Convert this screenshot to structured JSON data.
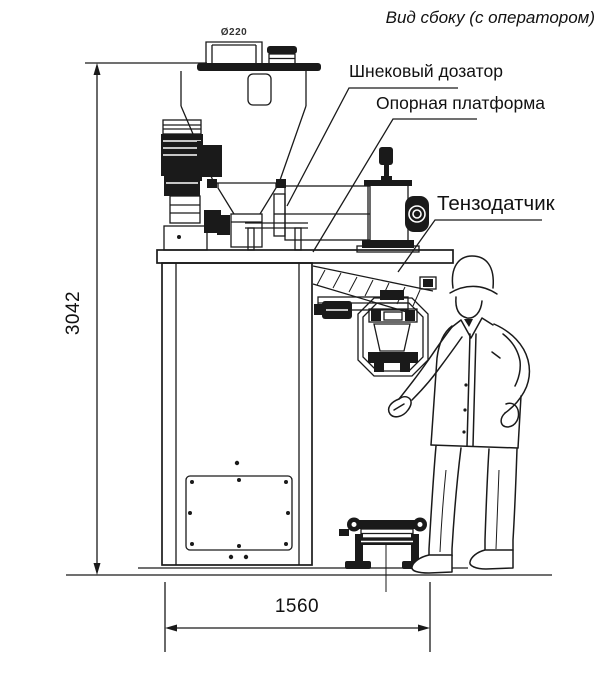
{
  "title": "Вид сбоку (с оператором)",
  "callouts": {
    "screw_feeder": "Шнековый дозатор",
    "support_platform": "Опорная платформа",
    "load_cell": "Тензодатчик"
  },
  "dimensions": {
    "overall_height": "3042",
    "overall_width": "1560",
    "inlet_diameter": "Ø220"
  },
  "colors": {
    "line": "#1a1a1a",
    "background": "#ffffff"
  }
}
